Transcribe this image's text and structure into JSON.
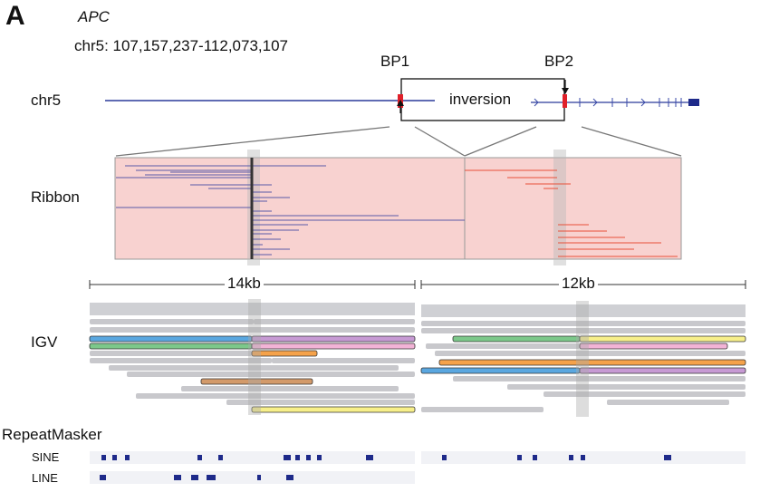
{
  "panel": {
    "letter": "A",
    "gene": "APC",
    "coordinates": "chr5: 107,157,237-112,073,107"
  },
  "chromosome": {
    "label": "chr5",
    "bp1": "BP1",
    "bp2": "BP2",
    "event": "inversion"
  },
  "tracks": {
    "ribbon": "Ribbon",
    "igv": "IGV",
    "repeatmasker": "RepeatMasker",
    "sine": "SINE",
    "line": "LINE"
  },
  "scales": {
    "left": "14kb",
    "right": "12kb"
  },
  "colors": {
    "chromosome_line": "#2a3a9a",
    "breakpoint": "#e0202a",
    "ribbon_fill": "#f8d2d0",
    "read_blue": "#5a5aa8",
    "read_red": "#e8503a",
    "igv_gray": "#c8c8cc",
    "repeat_mark": "#1e2a8a"
  }
}
